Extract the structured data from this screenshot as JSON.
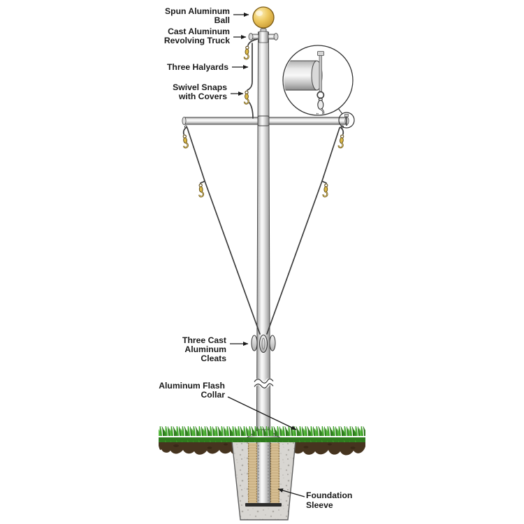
{
  "labels": {
    "ball": {
      "lines": [
        "Spun Aluminum",
        "Ball"
      ]
    },
    "truck": {
      "lines": [
        "Cast Aluminum",
        "Revolving Truck"
      ]
    },
    "halyards": {
      "lines": [
        "Three Halyards"
      ]
    },
    "swivel_snaps": {
      "lines": [
        "Swivel Snaps",
        "with Covers"
      ]
    },
    "cleats": {
      "lines": [
        "Three Cast",
        "Aluminum",
        "Cleats"
      ]
    },
    "flash_collar": {
      "lines": [
        "Aluminum Flash",
        "Collar"
      ]
    },
    "foundation_sleeve": {
      "lines": [
        "Foundation",
        "Sleeve"
      ]
    }
  },
  "colors": {
    "background": "#ffffff",
    "line": "#1a1a1a",
    "ball_gold": "#e9c259",
    "snap_gold": "#dcb945",
    "pole_silver_light": "#fbfbfb",
    "pole_silver_dark": "#909090",
    "grass_green": "#3f9b2d",
    "grass_green_dark": "#2e7a1e",
    "soil_brown": "#46341f",
    "concrete_gray": "#d8d6d2",
    "sleeve_tan": "#d9c499"
  }
}
